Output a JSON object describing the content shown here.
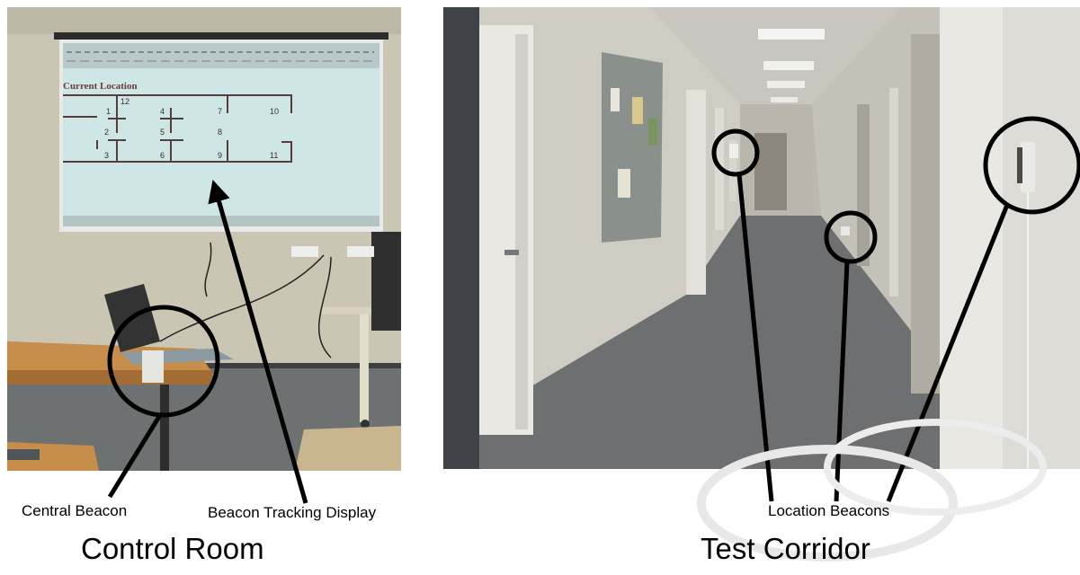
{
  "left_panel": {
    "screen_heading": "Current Location",
    "room_numbers": [
      "1",
      "2",
      "3",
      "4",
      "5",
      "6",
      "7",
      "8",
      "9",
      "10",
      "11",
      "12"
    ],
    "callout_central": "Central Beacon",
    "callout_display": "Beacon Tracking Display",
    "caption": "Control Room"
  },
  "right_panel": {
    "callout": "Location Beacons",
    "caption": "Test Corridor"
  }
}
